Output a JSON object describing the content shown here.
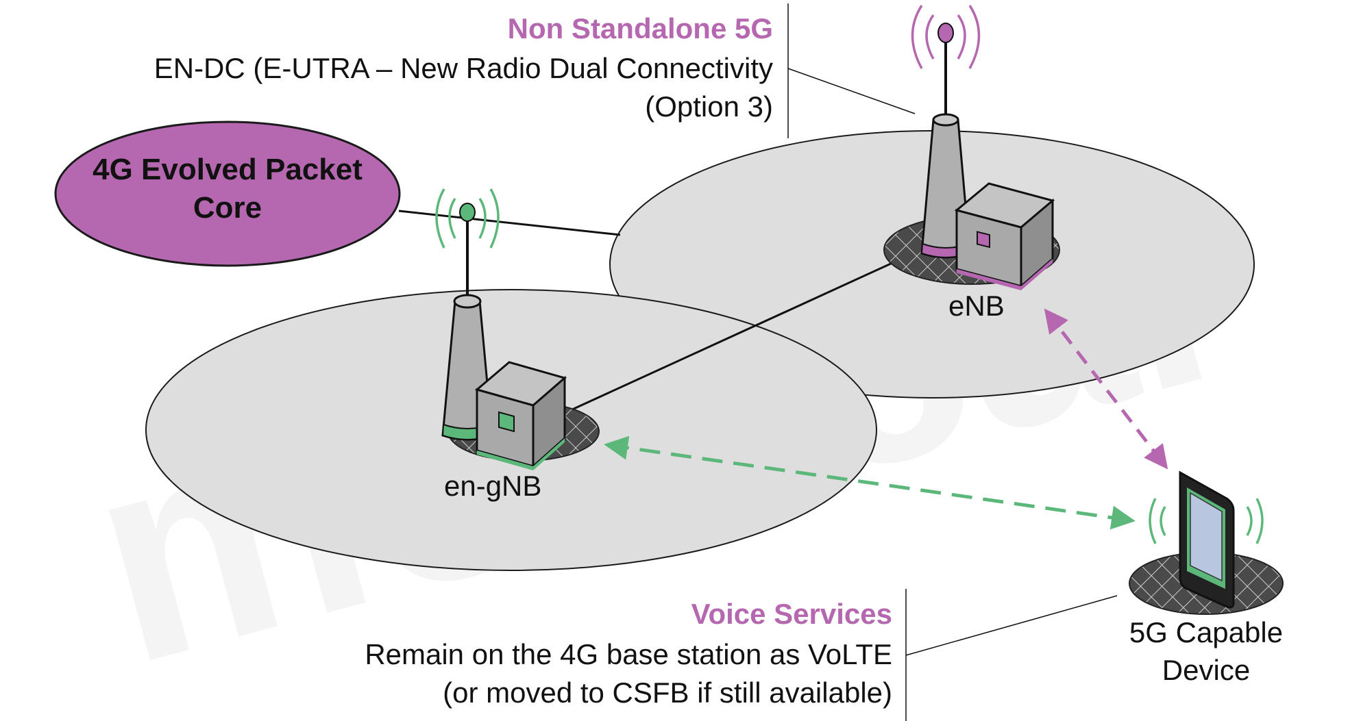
{
  "header_nsa": {
    "title": "Non Standalone 5G",
    "line1": "EN-DC (E-UTRA – New Radio Dual Connectivity",
    "line2": "(Option 3)"
  },
  "core": {
    "line1": "4G Evolved Packet",
    "line2": "Core"
  },
  "nodes": {
    "enb": "eNB",
    "engnb": "en-gNB",
    "device_line1": "5G Capable",
    "device_line2": "Device"
  },
  "voice": {
    "title": "Voice Services",
    "line1": "Remain on the 4G base station as VoLTE",
    "line2": "(or moved to CSFB if still available)"
  },
  "watermark": "moirical",
  "colors": {
    "purple": "#b567b0",
    "green": "#5cb87a",
    "coverage": "#dedede",
    "box": "#a9a9a9"
  }
}
